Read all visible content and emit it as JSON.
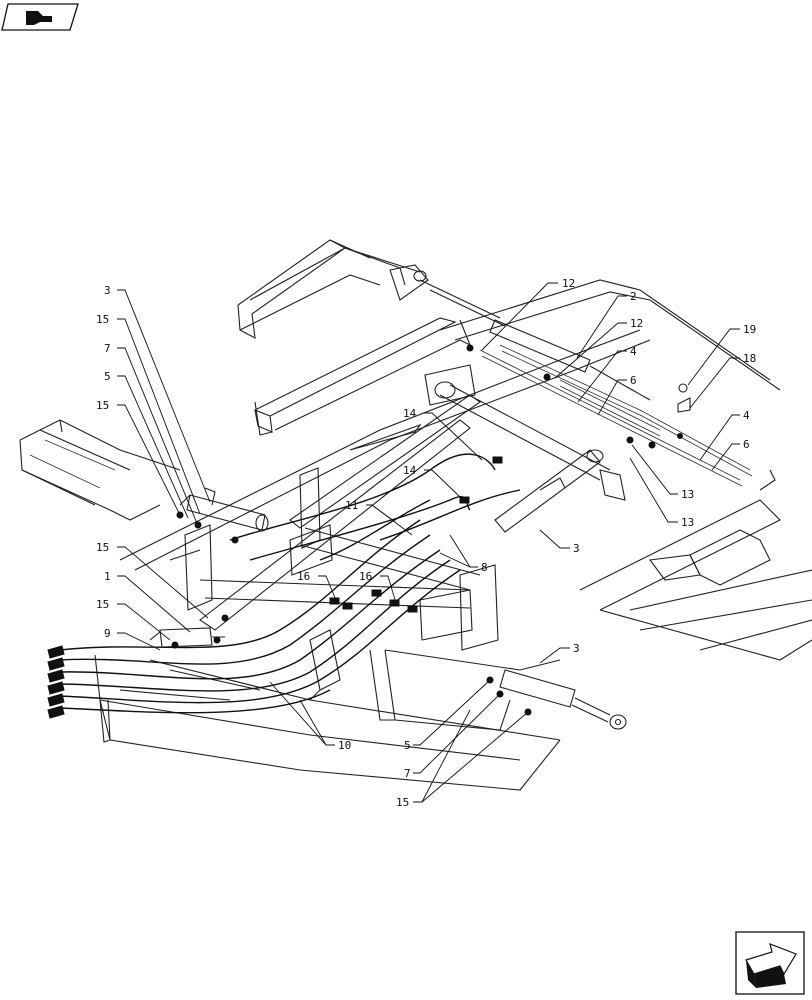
{
  "callouts": [
    {
      "id": "c12a",
      "text": "12"
    },
    {
      "id": "c2",
      "text": "2"
    },
    {
      "id": "c12b",
      "text": "12"
    },
    {
      "id": "c4a",
      "text": "4"
    },
    {
      "id": "c6a",
      "text": "6"
    },
    {
      "id": "c19",
      "text": "19"
    },
    {
      "id": "c18",
      "text": "18"
    },
    {
      "id": "c4b",
      "text": "4"
    },
    {
      "id": "c6b",
      "text": "6"
    },
    {
      "id": "c13a",
      "text": "13"
    },
    {
      "id": "c13b",
      "text": "13"
    },
    {
      "id": "c3a",
      "text": "3"
    },
    {
      "id": "c15a",
      "text": "15"
    },
    {
      "id": "c7a",
      "text": "7"
    },
    {
      "id": "c5a",
      "text": "5"
    },
    {
      "id": "c15b",
      "text": "15"
    },
    {
      "id": "c14a",
      "text": "14"
    },
    {
      "id": "c14b",
      "text": "14"
    },
    {
      "id": "c11",
      "text": "11"
    },
    {
      "id": "c3b",
      "text": "3"
    },
    {
      "id": "c8",
      "text": "8"
    },
    {
      "id": "c15c",
      "text": "15"
    },
    {
      "id": "c1",
      "text": "1"
    },
    {
      "id": "c16a",
      "text": "16"
    },
    {
      "id": "c16b",
      "text": "16"
    },
    {
      "id": "c15d",
      "text": "15"
    },
    {
      "id": "c9",
      "text": "9"
    },
    {
      "id": "c3c",
      "text": "3"
    },
    {
      "id": "c10",
      "text": "10"
    },
    {
      "id": "c5b",
      "text": "5"
    },
    {
      "id": "c7b",
      "text": "7"
    },
    {
      "id": "c15e",
      "text": "15"
    }
  ],
  "icons": {
    "top_left": "book-page-icon",
    "bottom_right": "next-page-arrow-icon"
  }
}
